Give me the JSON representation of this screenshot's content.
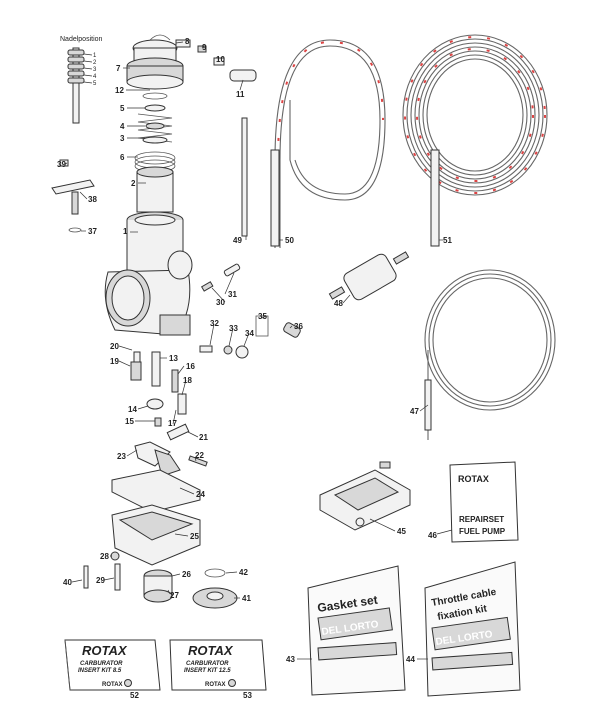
{
  "needle": {
    "title": "Nadelposition",
    "positions": [
      "1",
      "2",
      "3",
      "4",
      "5"
    ]
  },
  "callouts": [
    "1",
    "2",
    "3",
    "4",
    "5",
    "6",
    "7",
    "8",
    "9",
    "10",
    "11",
    "12",
    "13",
    "14",
    "15",
    "16",
    "17",
    "18",
    "19",
    "20",
    "21",
    "22",
    "23",
    "24",
    "25",
    "26",
    "27",
    "28",
    "29",
    "30",
    "31",
    "32",
    "33",
    "34",
    "35",
    "36",
    "37",
    "38",
    "39",
    "40",
    "41",
    "42",
    "43",
    "44",
    "45",
    "46",
    "47",
    "48",
    "49",
    "50",
    "51",
    "52",
    "53"
  ],
  "kit_box_52": {
    "brand": "ROTAX",
    "line1": "CARBURATOR",
    "line2": "INSERT KIT 8.5",
    "footer": "ROTAX"
  },
  "kit_box_53": {
    "brand": "ROTAX",
    "line1": "CARBURATOR",
    "line2": "INSERT KIT 12.5",
    "footer": "ROTAX"
  },
  "repair_card": {
    "brand": "ROTAX",
    "line1": "REPAIRSET",
    "line2": "FUEL PUMP"
  },
  "gasket_bag": {
    "title": "Gasket  set",
    "logo": "DEL LORTO"
  },
  "throttle_bag": {
    "title_line1": "Throttle  cable",
    "title_line2": "fixation  kit",
    "logo": "DEL LORTO"
  }
}
